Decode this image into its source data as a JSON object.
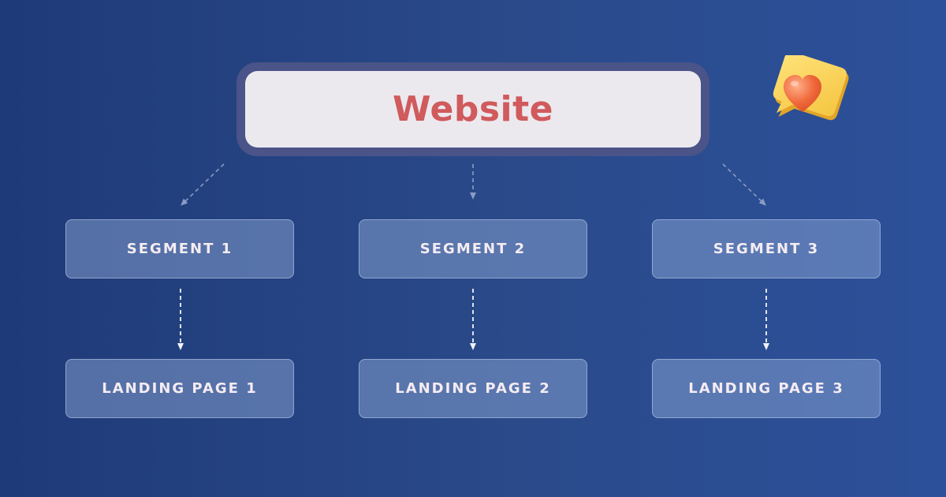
{
  "diagram": {
    "root": {
      "label": "Website"
    },
    "segments": [
      {
        "label": "SEGMENT 1"
      },
      {
        "label": "SEGMENT 2"
      },
      {
        "label": "SEGMENT 3"
      }
    ],
    "landing_pages": [
      {
        "label": "LANDING PAGE 1"
      },
      {
        "label": "LANDING PAGE 2"
      },
      {
        "label": "LANDING PAGE 3"
      }
    ]
  },
  "decoration": {
    "sticker_icon": "heart-speech-bubble-icon"
  },
  "colors": {
    "background_start": "#1f3a78",
    "background_end": "#2c509a",
    "root_text": "#d05a5c",
    "root_fill": "#ece9ee",
    "root_border": "#4a5488",
    "node_text": "#f5ecf2",
    "connector": "#8a9cc4"
  }
}
